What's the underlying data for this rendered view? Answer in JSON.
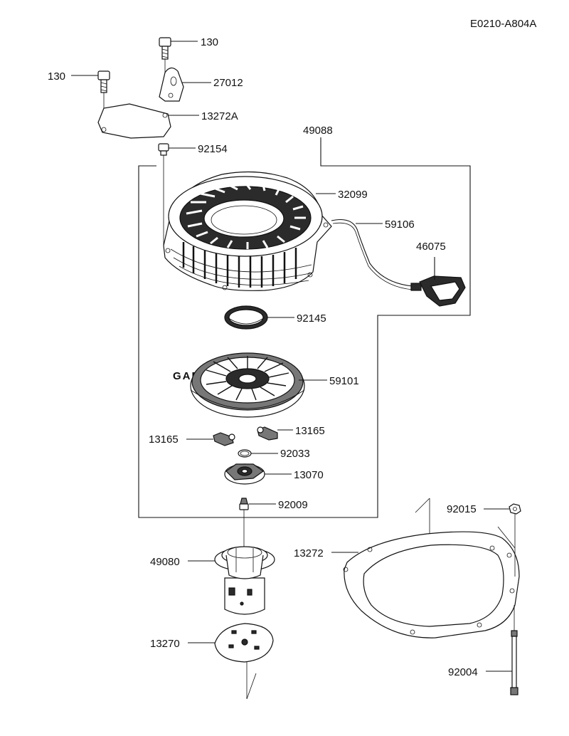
{
  "diagram_code": "E0210-A804A",
  "watermark": "GARDER'S",
  "labels": {
    "p130a": "130",
    "p130b": "130",
    "p27012": "27012",
    "p13272A": "13272A",
    "p49088": "49088",
    "p92154": "92154",
    "p32099": "32099",
    "p59106": "59106",
    "p46075": "46075",
    "p92145": "92145",
    "p59101": "59101",
    "p13165a": "13165",
    "p13165b": "13165",
    "p92033": "92033",
    "p13070": "13070",
    "p92009": "92009",
    "p92015": "92015",
    "p49080": "49080",
    "p13272": "13272",
    "p13270": "13270",
    "p92004": "92004"
  }
}
